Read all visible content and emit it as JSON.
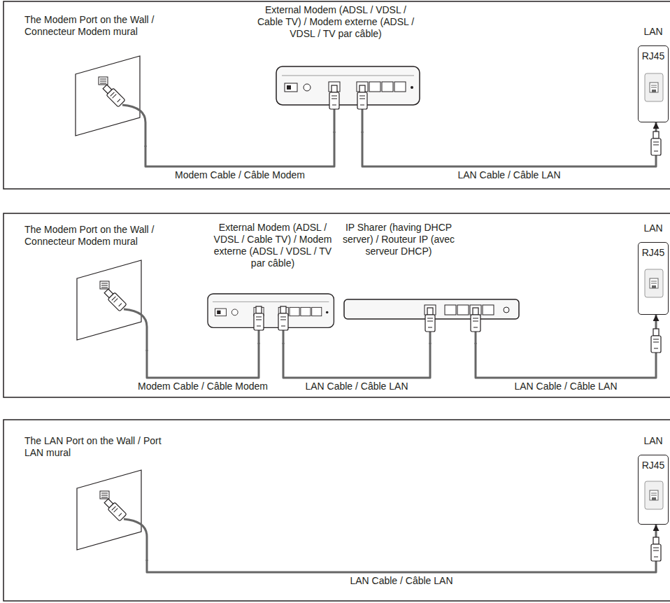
{
  "diagram": {
    "nodes": [
      {
        "text": [
          "The Modem Port on the Wall / Connecteur Modem mural"
        ]
      },
      {
        "text": [
          "External Modem (ADSL / VDSL / Cable TV) / Modem externe (ADSL / VDSL / TV par câble)"
        ]
      },
      {
        "text": [
          "LAN",
          "RJ45"
        ]
      },
      {
        "text": [
          "The Modem Port on the Wall / Connecteur Modem mural"
        ]
      },
      {
        "text": [
          "External Modem (ADSL / VDSL / Cable TV) / Modem externe (ADSL / VDSL / TV par câble)"
        ]
      },
      {
        "text": [
          "IP Sharer (having DHCP server) / Routeur IP (avec serveur DHCP)"
        ]
      },
      {
        "text": [
          "LAN",
          "RJ45"
        ]
      },
      {
        "text": [
          "The LAN Port on the Wall / Port LAN mural"
        ]
      },
      {
        "text": [
          "LAN",
          "RJ45"
        ]
      }
    ],
    "edges": [
      {
        "from": 0,
        "to": 1,
        "label": "Modem Cable / Câble Modem",
        "arrow": "none"
      },
      {
        "from": 1,
        "to": 2,
        "label": "LAN Cable / Câble LAN",
        "arrow": "to"
      },
      {
        "from": 3,
        "to": 4,
        "label": "Modem Cable / Câble Modem",
        "arrow": "none"
      },
      {
        "from": 4,
        "to": 5,
        "label": "LAN Cable / Câble LAN",
        "arrow": "none"
      },
      {
        "from": 5,
        "to": 6,
        "label": "LAN Cable / Câble LAN",
        "arrow": "to"
      },
      {
        "from": 7,
        "to": 8,
        "label": "LAN Cable / Câble LAN",
        "arrow": "to"
      }
    ]
  }
}
